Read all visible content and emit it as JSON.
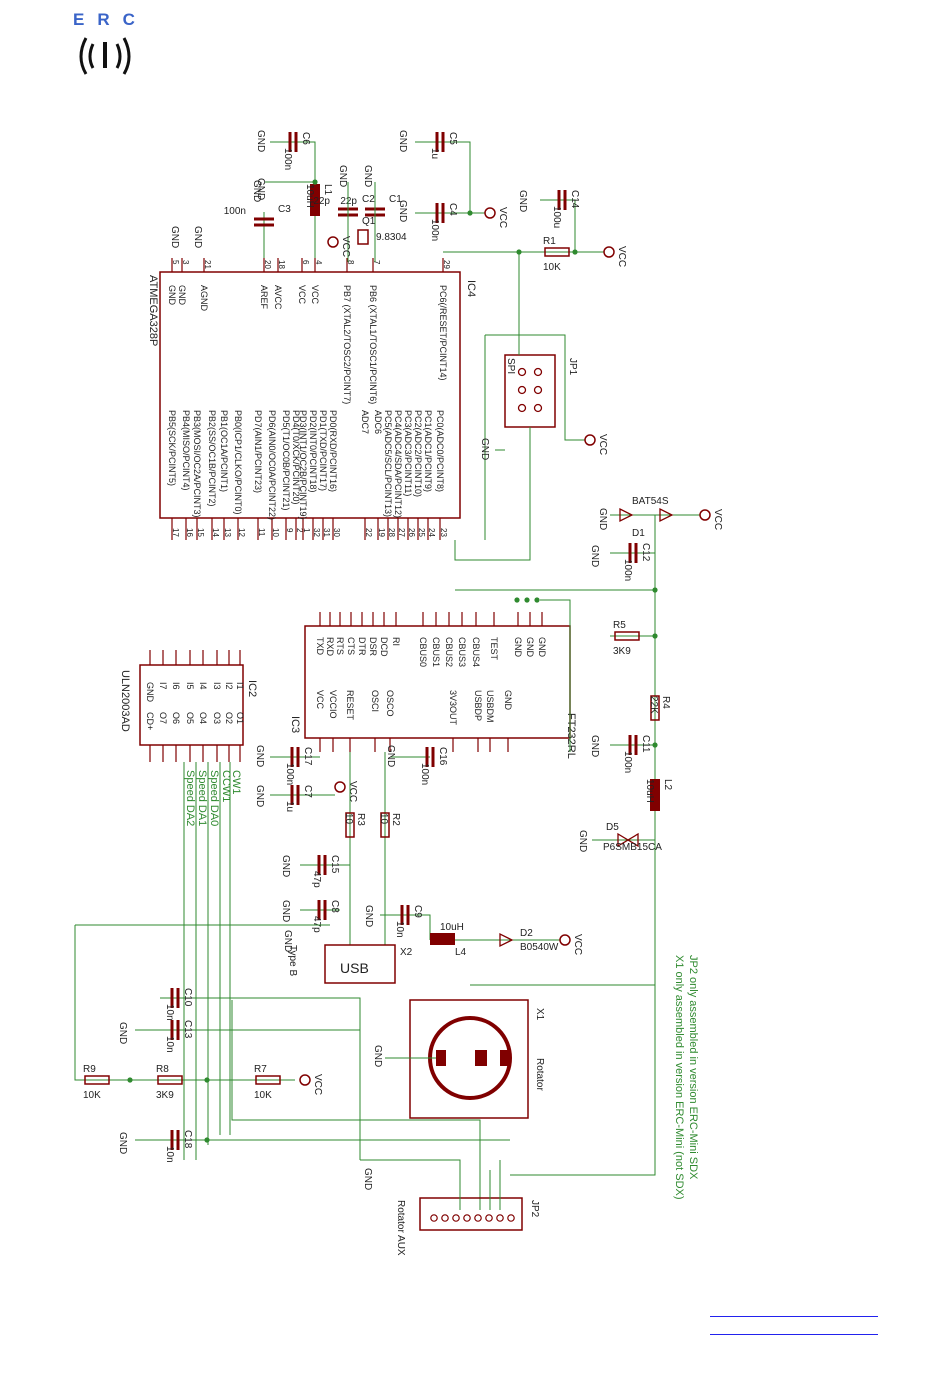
{
  "logo": {
    "text": "ERC"
  },
  "chips": {
    "ic4": {
      "ref": "IC4",
      "part": "ATMEGA328P",
      "pins_top": [
        "GND",
        "GND",
        "AGND",
        "AREF",
        "AVCC",
        "VCC",
        "VCC",
        "PB7 (XTAL2/TOSC2/PCINT7)",
        "PB6 (XTAL1/TOSC1/PCINT6)",
        "PC6(/RESET/PCINT14)"
      ],
      "pins_bottom": [
        "PB5(SCK/PCINT5)",
        "PB4(MISO/PCINT4)",
        "PB3(MOSI/OC2A/PCINT3)",
        "PB2(SS/OC1B/PCINT2)",
        "PB1(OC1A/PCINT1)",
        "PB0(ICP1/CLKO/PCINT0)",
        "PD7(AIN1/PCINT23)",
        "PD6(AIN0/OC0A/PCINT22)",
        "PD5(T1/OC0B/PCINT21)",
        "PD4(T0/XCK/PCINT20)",
        "PD3(INT1/OC2B/PCINT19)",
        "PD2(INT0/PCINT18)",
        "PD1(TXD/PCINT17)",
        "PD0(RXD/PCINT16)",
        "ADC7",
        "ADC6",
        "PC5(ADC5/SCL/PCINT13)",
        "PC4(ADC4/SDA/PCINT12)",
        "PC3(ADC3/PCINT11)",
        "PC2(ADC2/PCINT10)",
        "PC1(ADC1/PCINT9)",
        "PC0(ADC0/PCINT8)"
      ]
    },
    "ic3": {
      "ref": "IC3",
      "part": "FT232RL",
      "pins_left": [
        "TXD",
        "RXD",
        "RTS",
        "CTS",
        "DTR",
        "DSR",
        "DCD",
        "RI",
        "CBUS0",
        "CBUS1",
        "CBUS2",
        "CBUS3",
        "CBUS4",
        "TEST",
        "GND",
        "GND",
        "GND"
      ],
      "pins_right": [
        "VCC",
        "VCCIO",
        "RESET",
        "OSCI",
        "OSCO",
        "3V3OUT",
        "USBDP",
        "USBDM",
        "GND"
      ]
    },
    "ic2": {
      "ref": "IC2",
      "part": "ULN2003AD",
      "pins_left": [
        "GND",
        "I7",
        "I6",
        "I5",
        "I4",
        "I3",
        "I2",
        "I1"
      ],
      "pins_right": [
        "CD+",
        "O7",
        "O6",
        "O5",
        "O4",
        "O3",
        "O2",
        "O1"
      ]
    }
  },
  "parts": [
    {
      "ref": "C6",
      "value": "100n"
    },
    {
      "ref": "C5",
      "value": "1u"
    },
    {
      "ref": "C4",
      "value": "100n"
    },
    {
      "ref": "C14",
      "value": "100u"
    },
    {
      "ref": "R1",
      "value": "10K"
    },
    {
      "ref": "L1",
      "value": "10uH"
    },
    {
      "ref": "C2",
      "value": "22p"
    },
    {
      "ref": "C1",
      "value": "22p"
    },
    {
      "ref": "Q1",
      "value": "9.8304"
    },
    {
      "ref": "C3",
      "value": "100n"
    },
    {
      "ref": "JP1",
      "value": "SPI"
    },
    {
      "ref": "D1",
      "value": "BAT54S"
    },
    {
      "ref": "C12",
      "value": "100n"
    },
    {
      "ref": "R5",
      "value": "3K9"
    },
    {
      "ref": "R4",
      "value": "22K"
    },
    {
      "ref": "C11",
      "value": "100n"
    },
    {
      "ref": "L2",
      "value": "10uH"
    },
    {
      "ref": "D5",
      "value": "P6SMB15CA"
    },
    {
      "ref": "C17",
      "value": "100n"
    },
    {
      "ref": "C7",
      "value": "1u"
    },
    {
      "ref": "C16",
      "value": "100n"
    },
    {
      "ref": "R3",
      "value": "10"
    },
    {
      "ref": "R2",
      "value": "10"
    },
    {
      "ref": "C15",
      "value": "47p"
    },
    {
      "ref": "C8",
      "value": "47p"
    },
    {
      "ref": "C9",
      "value": "10n"
    },
    {
      "ref": "L4",
      "value": "10uH"
    },
    {
      "ref": "D2",
      "value": "B0540W"
    },
    {
      "ref": "X2",
      "value": "USB"
    },
    {
      "ref": "C10",
      "value": "10n"
    },
    {
      "ref": "C13",
      "value": "10n"
    },
    {
      "ref": "R9",
      "value": "10K"
    },
    {
      "ref": "R8",
      "value": "3K9"
    },
    {
      "ref": "R7",
      "value": "10K"
    },
    {
      "ref": "C18",
      "value": "10n"
    },
    {
      "ref": "X1",
      "value": "Rotator"
    },
    {
      "ref": "JP2",
      "value": "Rotator AUX"
    }
  ],
  "net_labels": [
    "CW1",
    "CCW1",
    "Speed DA0",
    "Speed DA1",
    "Speed DA2"
  ],
  "power_labels": {
    "gnd": "GND",
    "vcc": "VCC"
  },
  "usb_type": "Type B",
  "notes": [
    "JP2 only assembled in version ERC-Mini SDX",
    "X1 only assembled in version ERC-Mini (not SDX)"
  ],
  "colors": {
    "part": "#800000",
    "wire": "#2f8a2f",
    "text": "#222222",
    "link": "#2222ee",
    "logo": "#3a64c8"
  }
}
